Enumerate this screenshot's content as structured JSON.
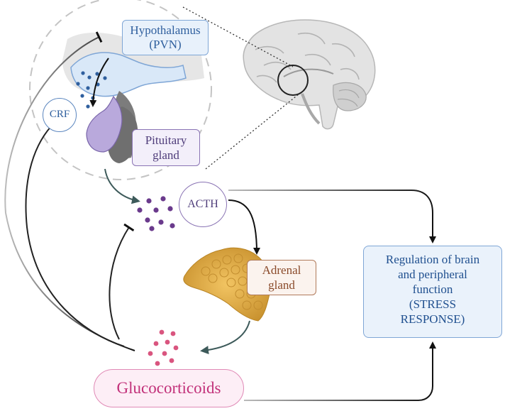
{
  "labels": {
    "hypothalamus": [
      "Hypothalamus",
      "(PVN)"
    ],
    "crf": "CRF",
    "pituitary": [
      "Pituitary",
      "gland"
    ],
    "acth": "ACTH",
    "adrenal": [
      "Adrenal",
      "gland"
    ],
    "regulation": [
      "Regulation of brain",
      "and peripheral",
      "function",
      "(STRESS",
      "RESPONSE)"
    ],
    "glucocorticoids": "Glucocorticoids"
  },
  "colors": {
    "hypothalamus": "#2f5f9e",
    "pituitary": "#4f3d7a",
    "acth_dots": "#6a3a8c",
    "adrenal": "#d9a441",
    "glucocorticoid_dots": "#d9557f",
    "arrow": "#111111",
    "arrow_teal": "#3d5a5a"
  }
}
